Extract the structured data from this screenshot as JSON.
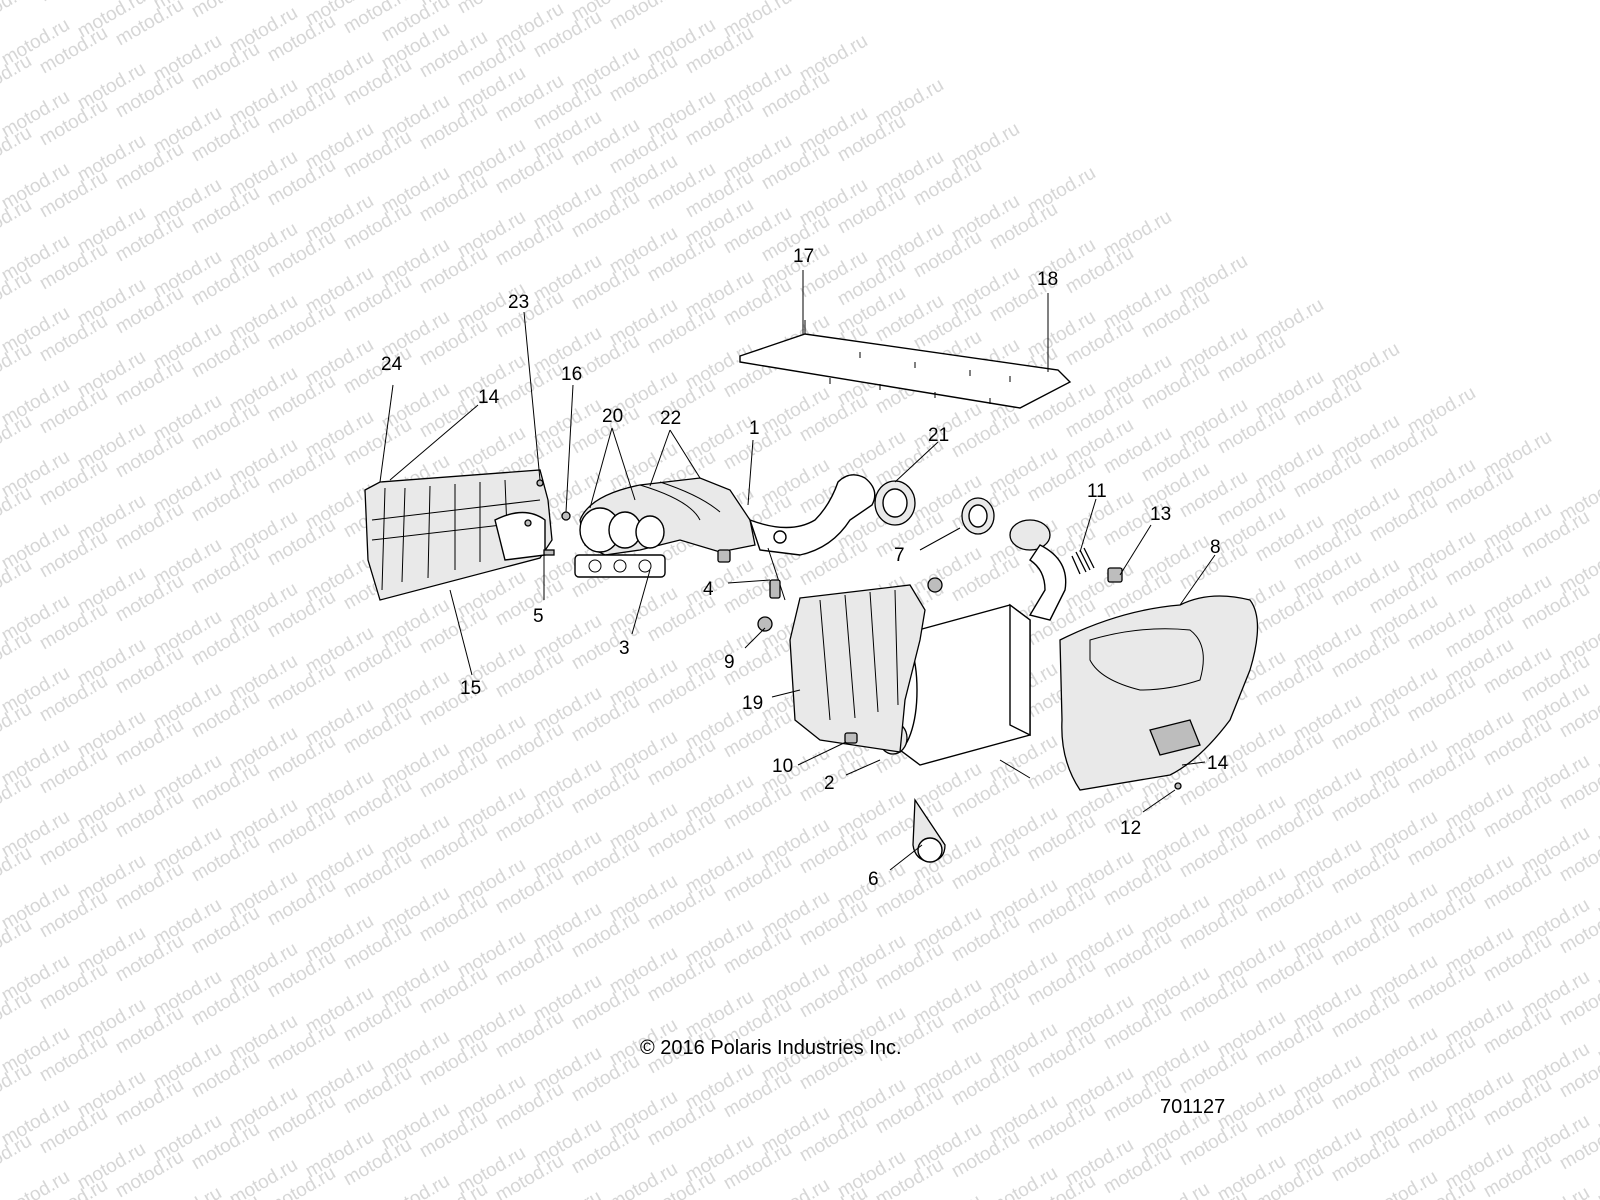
{
  "watermark_text": "motod.ru",
  "copyright": "© 2016 Polaris Industries Inc.",
  "diagram_number": "701127",
  "callouts": [
    "17",
    "18",
    "23",
    "24",
    "16",
    "14",
    "20",
    "22",
    "1",
    "21",
    "11",
    "13",
    "8",
    "7",
    "5",
    "4",
    "3",
    "15",
    "9",
    "19",
    "10",
    "2",
    "14",
    "12",
    "6"
  ],
  "colors": {
    "line": "#000000",
    "watermark": "#d6d6d6",
    "background": "#ffffff"
  }
}
